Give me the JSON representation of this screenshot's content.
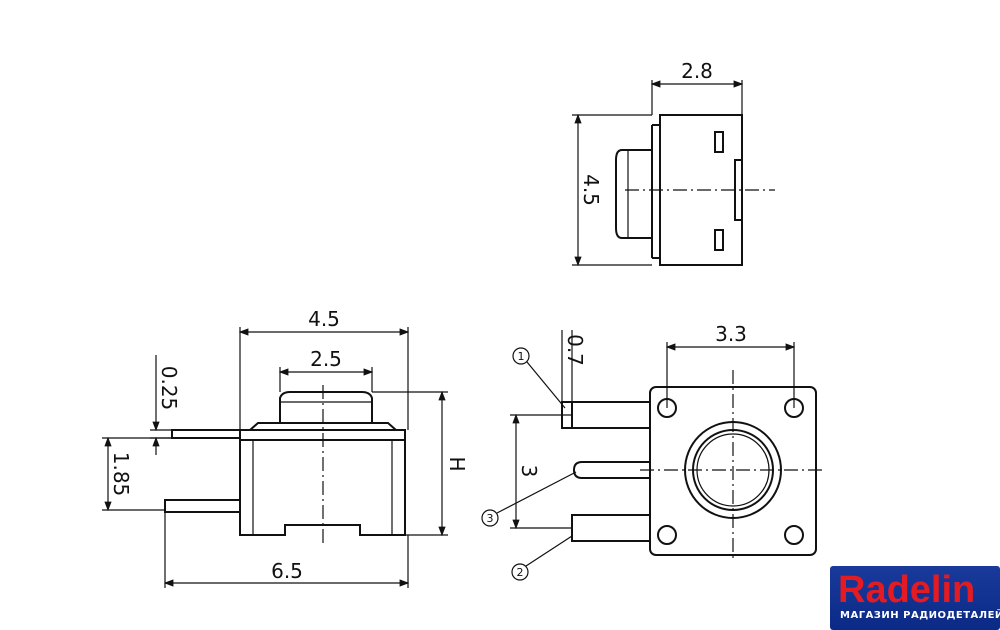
{
  "top_view": {
    "dim_width": "2.8",
    "dim_height": "4.5"
  },
  "side_view": {
    "dim_overall_width": "4.5",
    "dim_actuator_width": "2.5",
    "dim_terminal_thickness": "0.25",
    "dim_terminal_height": "1.85",
    "dim_height_label": "H",
    "dim_total_span": "6.5"
  },
  "front_view": {
    "dim_pin_width": "0.7",
    "dim_hole_spacing": "3.3",
    "dim_pin_pitch": "3",
    "callouts": [
      "1",
      "3",
      "2"
    ]
  },
  "logo": {
    "name": "Radelin",
    "tagline": "МАГАЗИН РАДИОДЕТАЛЕЙ"
  }
}
